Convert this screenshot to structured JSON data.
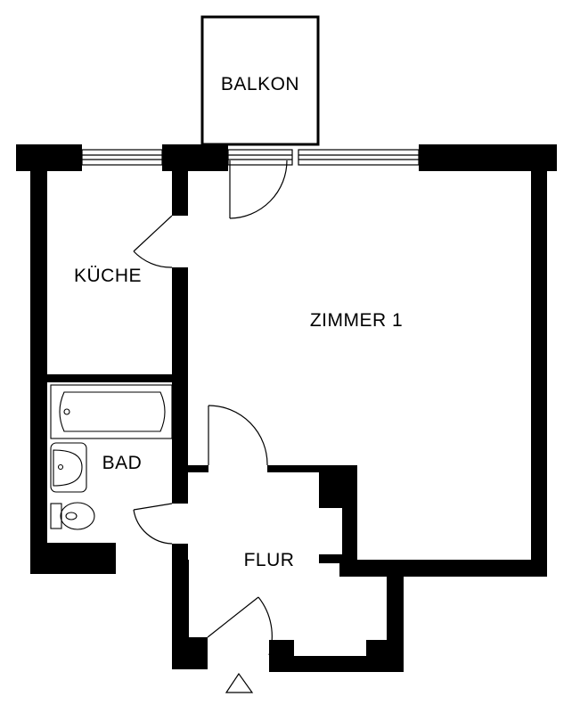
{
  "floorplan": {
    "rooms": {
      "balkon": "BALKON",
      "kueche": "KÜCHE",
      "zimmer": "ZIMMER 1",
      "bad": "BAD",
      "flur": "FLUR"
    },
    "colors": {
      "wall": "#000000",
      "line": "#000000",
      "background": "#ffffff"
    }
  }
}
